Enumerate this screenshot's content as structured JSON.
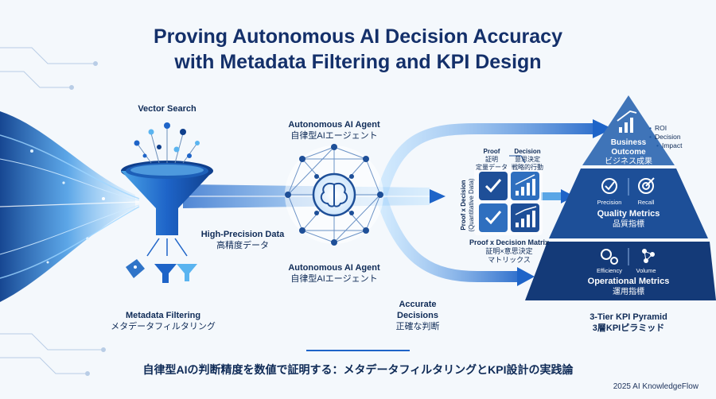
{
  "title": {
    "line1": "Proving Autonomous AI Decision Accuracy",
    "line2": "with Metadata Filtering and KPI Design"
  },
  "vector_search": {
    "label": "Vector Search"
  },
  "metadata_filtering": {
    "en": "Metadata Filtering",
    "jp": "メタデータフィルタリング"
  },
  "high_precision": {
    "en": "High-Precision Data",
    "jp": "高精度データ"
  },
  "agent_top": {
    "en": "Autonomous AI Agent",
    "jp": "自律型AIエージェント"
  },
  "agent_bottom": {
    "en": "Autonomous AI Agent",
    "jp": "自律型AIエージェント"
  },
  "accurate": {
    "en1": "Accurate",
    "en2": "Decisions",
    "jp": "正確な判断"
  },
  "matrix": {
    "proof_en": "Proof",
    "proof_jp": "証明",
    "proof_jp2": "定量データ",
    "decision_en": "Decision",
    "decision_jp": "意思決定",
    "decision_jp2": "戦略的行動",
    "axis_label": "Proof x Decision",
    "axis_sub": "(Quantitative Data)",
    "bottom_en": "Proof x Decision Matrix",
    "bottom_jp1": "証明×意思決定",
    "bottom_jp2": "マトリックス"
  },
  "pyramid": {
    "business": {
      "en1": "Business",
      "en2": "Outcome",
      "jp": "ビジネス成果"
    },
    "bullets": [
      "ROI",
      "Decision",
      "Impact"
    ],
    "quality": {
      "en": "Quality Metrics",
      "jp": "品質指標",
      "precision": "Precision",
      "recall": "Recall"
    },
    "operational": {
      "en": "Operational Metrics",
      "jp": "運用指標",
      "efficiency": "Efficiency",
      "volume": "Volume"
    },
    "caption_en": "3-Tier KPI Pyramid",
    "caption_jp": "3層KPIピラミッド"
  },
  "footer": {
    "subtitle": "自律型AIの判断精度を数値で証明する：メタデータフィルタリングとKPI設計の実践論",
    "credit": "2025 AI KnowledgeFlow"
  },
  "colors": {
    "navy": "#0f2b57",
    "accent": "#1e64c8",
    "light": "#5ab4f0",
    "pyramid_top": "#3f74b8",
    "pyramid_mid": "#1d4f98",
    "pyramid_bottom": "#143a78"
  }
}
